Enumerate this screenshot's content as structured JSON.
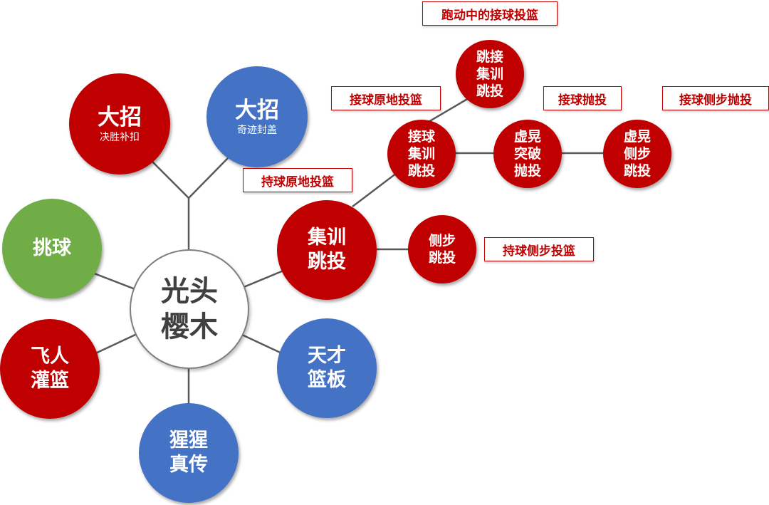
{
  "center": {
    "line1": "光头",
    "line2": "樱木"
  },
  "skills": {
    "dazhao_buzha": {
      "title": "大招",
      "subtitle": "决胜补扣"
    },
    "dazhao_gaimao": {
      "title": "大招",
      "subtitle": "奇迹封盖"
    },
    "tiaoqiu": {
      "label": "挑球"
    },
    "feiren": {
      "line1": "飞人",
      "line2": "灌篮"
    },
    "xingxing": {
      "line1": "猩猩",
      "line2": "真传"
    },
    "tiancai": {
      "line1": "天才",
      "line2": "篮板"
    },
    "jixun_main": {
      "line1": "集训",
      "line2": "跳投"
    },
    "cebu_tiaotou": {
      "line1": "侧步",
      "line2": "跳投"
    },
    "jieqiu_jixun": {
      "line1": "接球",
      "line2": "集训",
      "line3": "跳投"
    },
    "tiaojie_jixun": {
      "line1": "跳接",
      "line2": "集训",
      "line3": "跳投"
    },
    "xuhuang_tupo": {
      "line1": "虚晃",
      "line2": "突破",
      "line3": "抛投"
    },
    "xuhuang_cebu": {
      "line1": "虚晃",
      "line2": "侧步",
      "line3": "跳投"
    }
  },
  "labels": {
    "paodong": "跑动中的接球投篮",
    "jieqiu_yuandi": "接球原地投篮",
    "jieqiu_paotou": "接球抛投",
    "jieqiu_cebu": "接球侧步抛投",
    "chiqiu_yuandi": "持球原地投篮",
    "chiqiu_cebu": "持球侧步投篮"
  },
  "colors": {
    "red": "#c00000",
    "blue": "#4472c4",
    "green": "#70ad47",
    "line": "#595959"
  }
}
